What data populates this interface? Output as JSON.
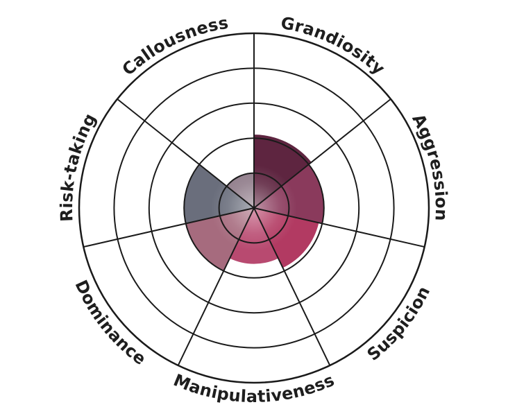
{
  "chart_data": {
    "type": "polar-area",
    "title": "",
    "max_value": 5,
    "rings": 5,
    "categories": [
      "Grandiosity",
      "Aggression",
      "Suspicion",
      "Manipulativeness",
      "Dominance",
      "Risk-taking",
      "Callousness"
    ],
    "values": [
      2.1,
      2.0,
      1.9,
      1.6,
      2.0,
      2.0,
      1.0
    ],
    "colors": [
      "#5e2540",
      "#8a3a5c",
      "#b23a62",
      "#b84a70",
      "#a66b7e",
      "#6a6e7c",
      "#8e7a88"
    ],
    "grid": true
  }
}
